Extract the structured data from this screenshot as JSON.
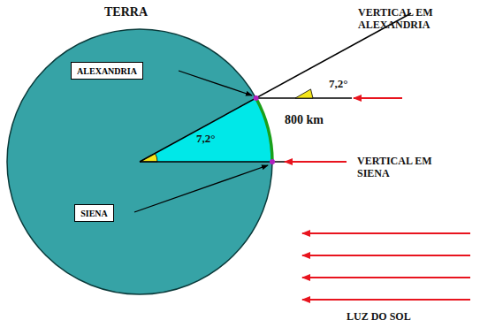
{
  "diagram": {
    "nodes": [
      {
        "text": [
          "ALEXANDRIA"
        ]
      },
      {
        "text": [
          "SIENA"
        ]
      }
    ],
    "labels": [
      "TERRA",
      "VERTICAL EM ALEXANDRIA",
      "7,2°",
      "7,2°",
      "800 km",
      "VERTICAL EM SIENA",
      "LUZ DO SOL"
    ]
  }
}
